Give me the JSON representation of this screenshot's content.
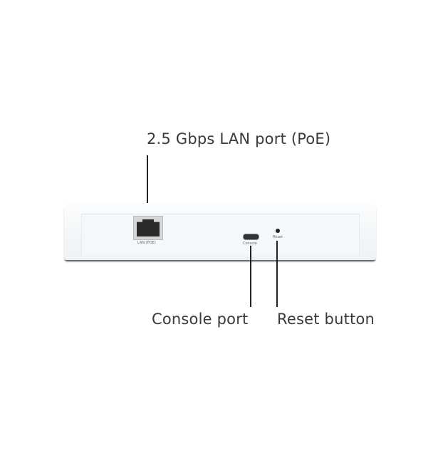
{
  "callouts": {
    "lan": "2.5 Gbps LAN port (PoE)",
    "console": "Console port",
    "reset": "Reset button"
  },
  "device_labels": {
    "lan": "LAN (POE)",
    "console": "Console",
    "reset": "Reset"
  }
}
